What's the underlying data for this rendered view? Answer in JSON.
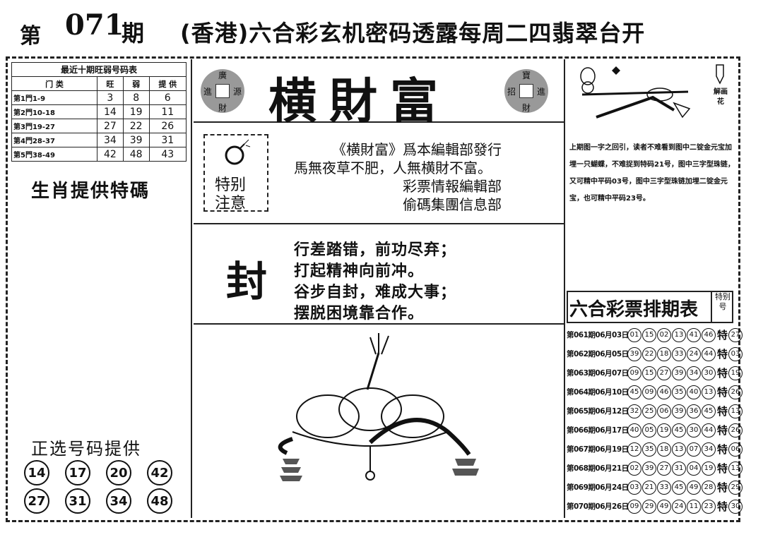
{
  "header": {
    "issue_prefix": "第",
    "issue_number": "071",
    "issue_suffix": "期",
    "title": "(香港)六合彩玄机密码透露每周二四翡翠台开"
  },
  "recent_table": {
    "caption": "最近十期旺弱号码表",
    "columns": [
      "门 类",
      "旺",
      "弱",
      "提 供"
    ],
    "rows": [
      {
        "label": "第1門1-9",
        "values": [
          "3",
          "8",
          "6"
        ]
      },
      {
        "label": "第2門10-18",
        "values": [
          "14",
          "19",
          "11"
        ]
      },
      {
        "label": "第3門19-27",
        "values": [
          "27",
          "22",
          "26"
        ]
      },
      {
        "label": "第4門28-37",
        "values": [
          "34",
          "39",
          "31"
        ]
      },
      {
        "label": "第5門38-49",
        "values": [
          "42",
          "48",
          "43"
        ]
      }
    ]
  },
  "zodiac_title": "生肖提供特碼",
  "picks": {
    "title": "正选号码提供",
    "numbers": [
      "14",
      "17",
      "20",
      "42",
      "27",
      "31",
      "34",
      "48"
    ]
  },
  "logo": {
    "title": "横財富",
    "coin_left": {
      "top": "廣",
      "left": "進",
      "right": "源",
      "bottom": "財"
    },
    "coin_right": {
      "top": "寶",
      "left": "招",
      "right": "進",
      "bottom": "財"
    }
  },
  "notice": {
    "badge_line1": "特别",
    "badge_line2": "注意",
    "lines": [
      "《横財富》爲本編輯部發行",
      "馬無夜草不肥，人無横財不富。",
      "彩票情報編輯部",
      "偷碼集團信息部"
    ]
  },
  "poem": {
    "char": "封",
    "lines": [
      "行差踏错，前功尽弃；",
      "打起精神向前冲。",
      "谷步自封，难成大事；",
      "摆脱困境靠合作。"
    ]
  },
  "hint": {
    "side_label": "解画花",
    "text": "上期图一字之回引，读者不难看到图中二锭金元宝加埋一只蝴蝶，不难捉到特码21号，图中三字型珠链，又可精中平码03号，图中三字型珠链加埋二锭金元宝，也可精中平码23号。"
  },
  "schedule": {
    "title": "六合彩票排期表",
    "tag": "特别号",
    "special_mark": "特",
    "rows": [
      {
        "label": "第061期06月03日",
        "balls": [
          "01",
          "15",
          "02",
          "13",
          "41",
          "46"
        ],
        "special": "27"
      },
      {
        "label": "第062期06月05日",
        "balls": [
          "39",
          "22",
          "18",
          "33",
          "24",
          "44"
        ],
        "special": "03"
      },
      {
        "label": "第063期06月07日",
        "balls": [
          "09",
          "15",
          "27",
          "39",
          "34",
          "30"
        ],
        "special": "19"
      },
      {
        "label": "第064期06月10日",
        "balls": [
          "45",
          "09",
          "46",
          "35",
          "40",
          "13"
        ],
        "special": "26"
      },
      {
        "label": "第065期06月12日",
        "balls": [
          "32",
          "25",
          "06",
          "39",
          "36",
          "45"
        ],
        "special": "13"
      },
      {
        "label": "第066期06月17日",
        "balls": [
          "40",
          "05",
          "19",
          "45",
          "30",
          "44"
        ],
        "special": "26"
      },
      {
        "label": "第067期06月19日",
        "balls": [
          "12",
          "35",
          "18",
          "13",
          "07",
          "34"
        ],
        "special": "06"
      },
      {
        "label": "第068期06月21日",
        "balls": [
          "02",
          "39",
          "27",
          "31",
          "04",
          "19"
        ],
        "special": "13"
      },
      {
        "label": "第069期06月24日",
        "balls": [
          "03",
          "21",
          "33",
          "45",
          "49",
          "28"
        ],
        "special": "29"
      },
      {
        "label": "第070期06月26日",
        "balls": [
          "09",
          "29",
          "49",
          "24",
          "11",
          "23"
        ],
        "special": "30"
      }
    ]
  }
}
